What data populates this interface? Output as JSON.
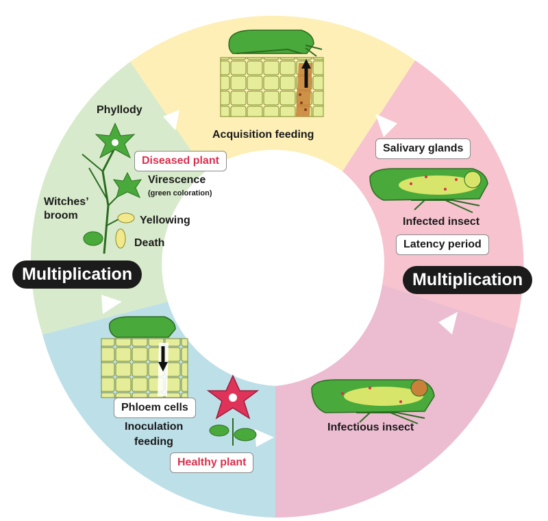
{
  "colors": {
    "yellow_sector": "#fdefb6",
    "pink_sector": "#f6c3cf",
    "mauve_sector": "#ecbcd1",
    "blue_sector": "#bddfe8",
    "green_sector": "#d7eacb",
    "insect_green": "#49a93a",
    "insect_light": "#d7e56a",
    "cell_fill": "#e5ed9b",
    "flower_red": "#e0335a",
    "accent_text": "#d8304e"
  },
  "labels": {
    "acquisition_feeding": "Acquisition feeding",
    "salivary_glands": "Salivary glands",
    "infected_insect": "Infected insect",
    "latency_period": "Latency period",
    "multiplication_right": "Multiplication",
    "multiplication_left": "Multiplication",
    "infectious_insect": "Infectious insect",
    "phloem_cells": "Phloem cells",
    "inoculation_feeding_line1": "Inoculation",
    "inoculation_feeding_line2": "feeding",
    "healthy_plant": "Healthy plant",
    "diseased_plant": "Diseased plant",
    "phyllody": "Phyllody",
    "virescence": "Virescence",
    "green_coloration": "(green coloration)",
    "witches_broom_line1": "Witches’",
    "witches_broom_line2": "broom",
    "yellowing": "Yellowing",
    "death": "Death"
  },
  "icons": [
    "leafhopper-icon",
    "plant-cells-icon",
    "flower-icon",
    "diseased-plant-icon",
    "stylet-arrow-icon"
  ]
}
